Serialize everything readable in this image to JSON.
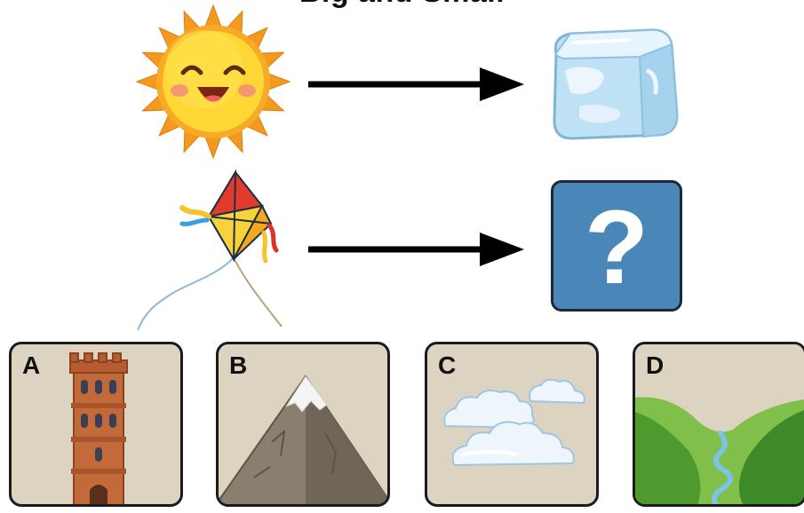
{
  "title": "Big and Small",
  "options": [
    {
      "letter": "A",
      "picture": "tower"
    },
    {
      "letter": "B",
      "picture": "mountain"
    },
    {
      "letter": "C",
      "picture": "clouds"
    },
    {
      "letter": "D",
      "picture": "valley"
    }
  ],
  "question_mark": "?",
  "colors": {
    "question_box": "#4a87b8",
    "option_background": "#dcd3c1",
    "arrow": "#000000"
  }
}
